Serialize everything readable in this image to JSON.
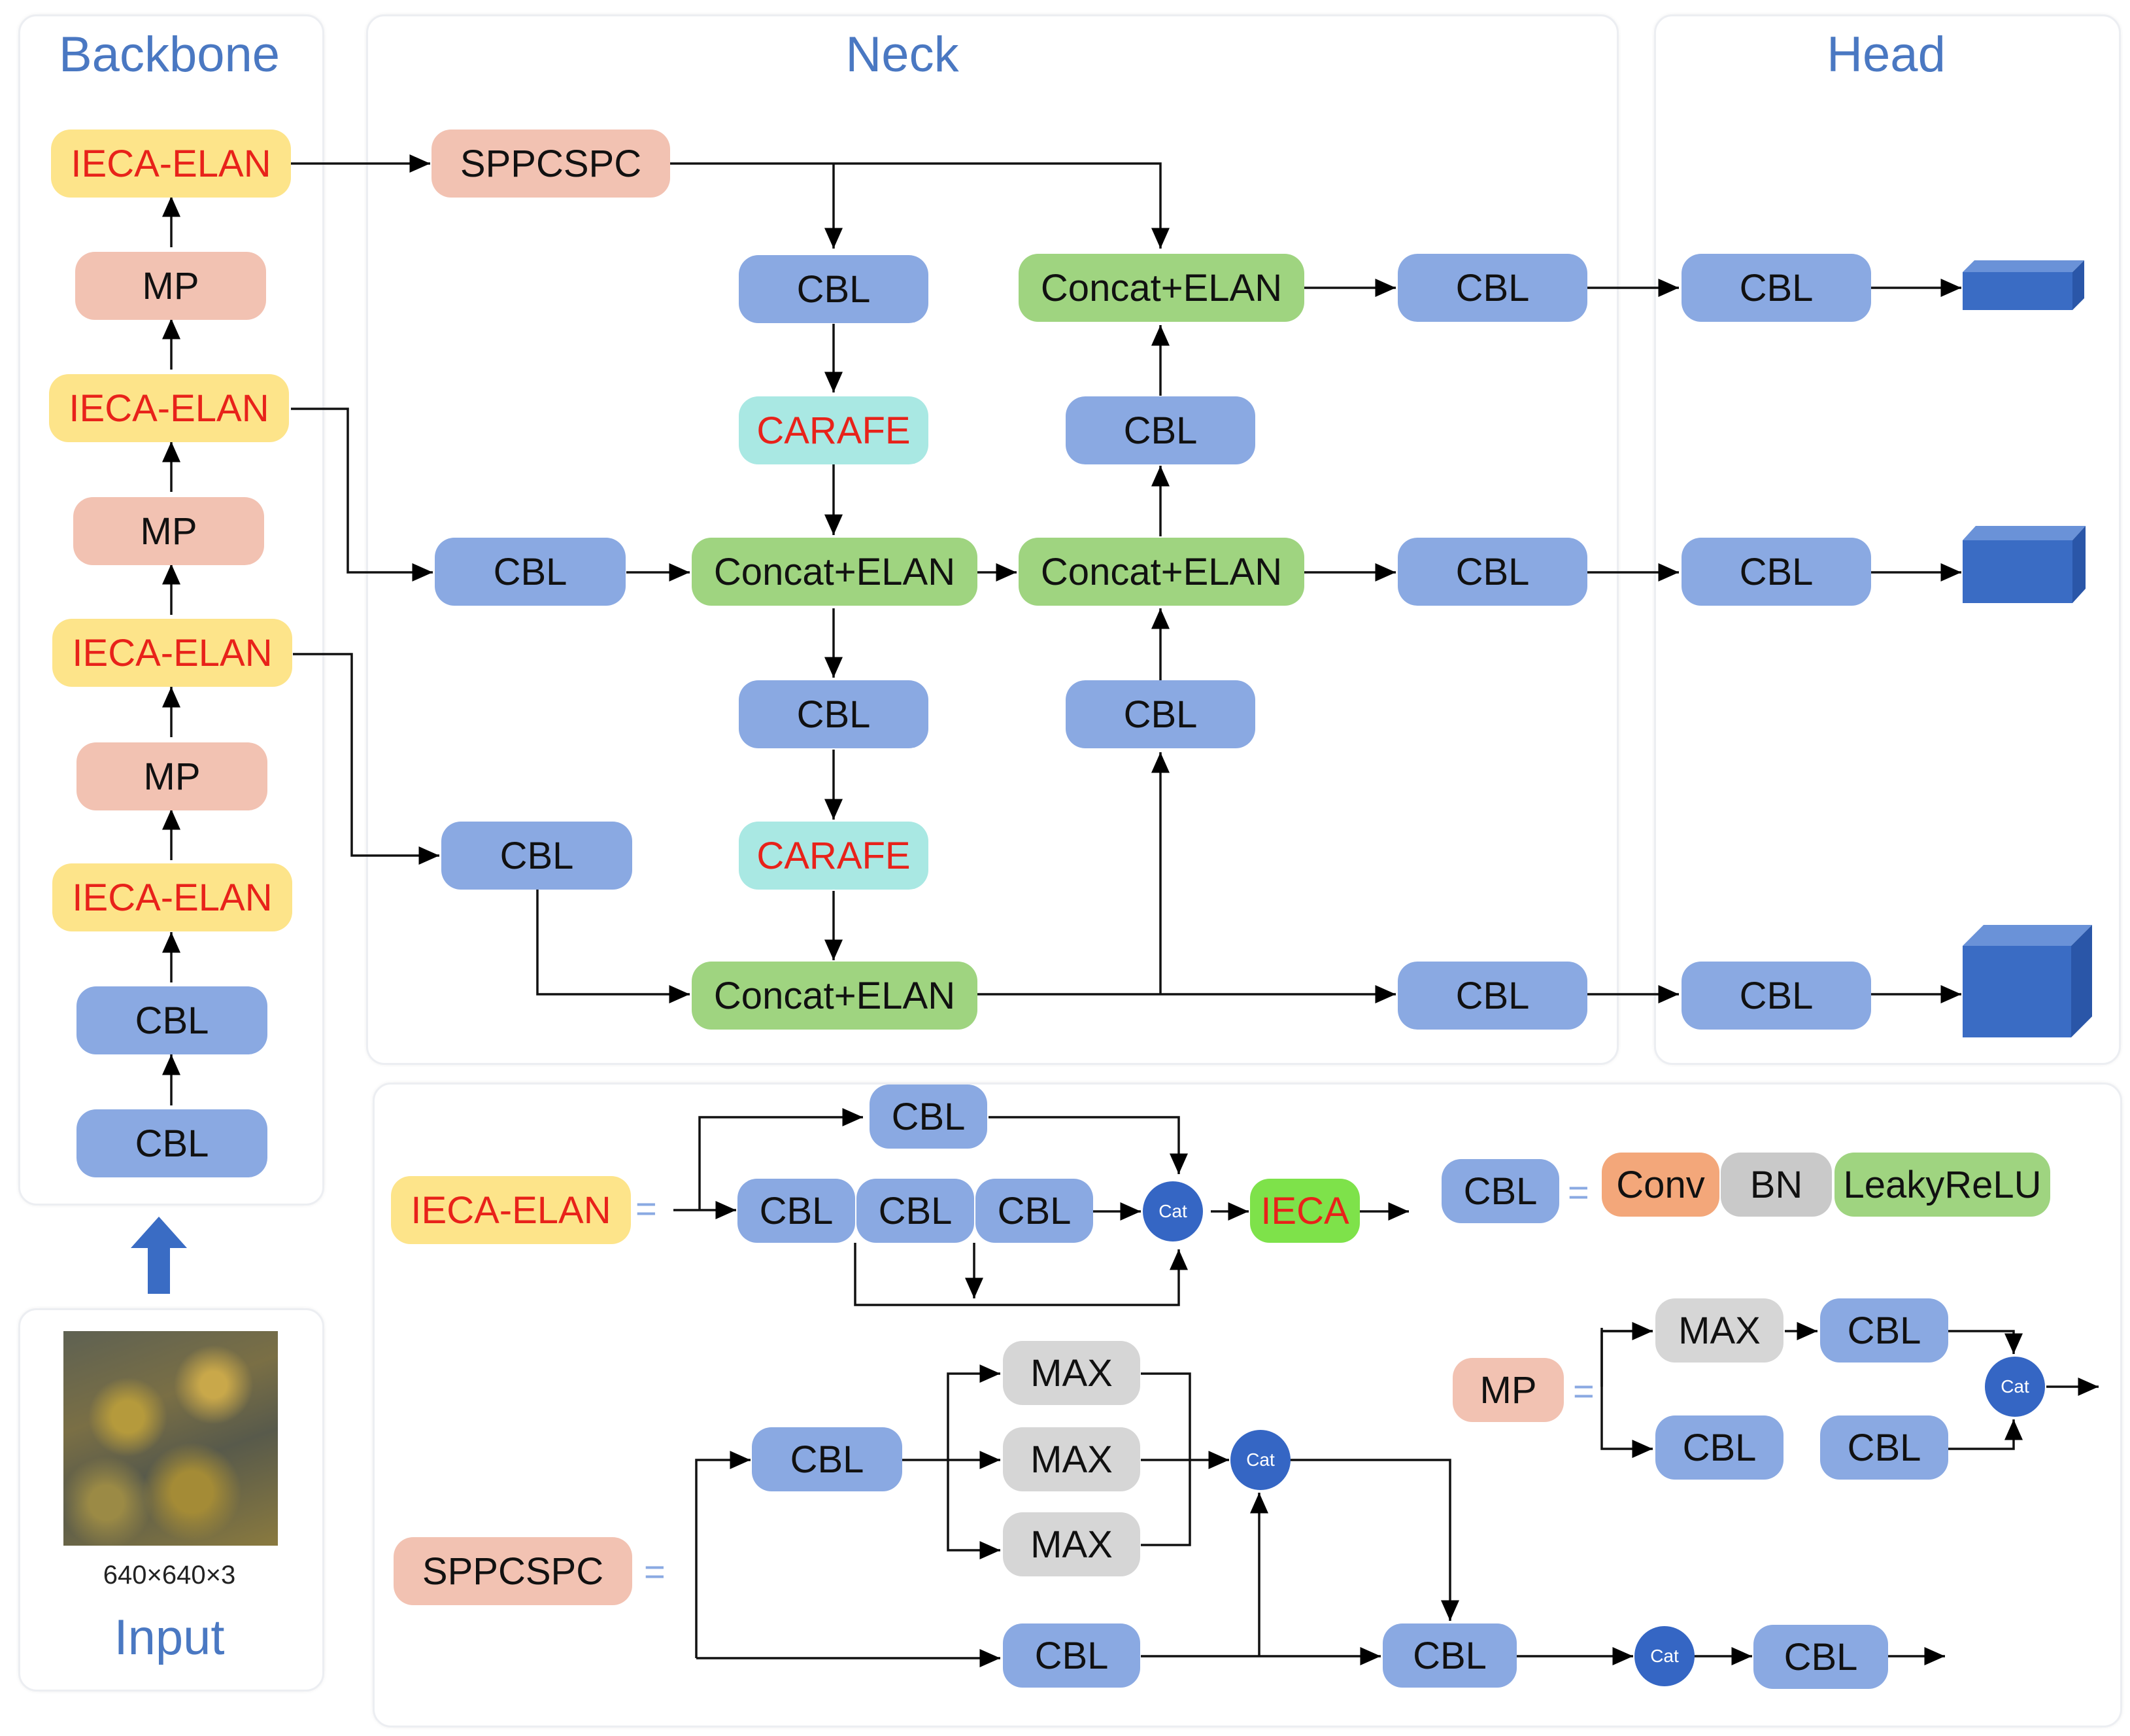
{
  "panels": {
    "backbone_title": "Backbone",
    "neck_title": "Neck",
    "head_title": "Head"
  },
  "backbone": {
    "ieca_elan": "IECA-ELAN",
    "mp": "MP",
    "cbl": "CBL"
  },
  "neck": {
    "sppcspc": "SPPCSPC",
    "cbl": "CBL",
    "carafe": "CARAFE",
    "concat_elan": "Concat+ELAN"
  },
  "head": {
    "cbl": "CBL"
  },
  "input": {
    "size": "640×640×3",
    "label": "Input"
  },
  "legend": {
    "ieca_elan": "IECA-ELAN",
    "equals": "=",
    "cbl": "CBL",
    "cat": "Cat",
    "ieca": "IECA",
    "conv": "Conv",
    "bn": "BN",
    "leakyrelu": "LeakyReLU",
    "mp": "MP",
    "max": "MAX",
    "sppcspc": "SPPCSPC"
  },
  "colors": {
    "cbl": "#8aa9e2",
    "ieca_elan": "#fde48a",
    "mp": "#f2c2b2",
    "concat_elan": "#9fd480",
    "carafe": "#a9e8e3",
    "max": "#d6d6d6",
    "cat": "#3566c4",
    "accent_text": "#e8221a",
    "title_blue": "#4a78c2",
    "output_cube": "#3a6cc4"
  },
  "icons": [
    "upward-arrow-icon",
    "output-cube-icon",
    "input-photo"
  ]
}
